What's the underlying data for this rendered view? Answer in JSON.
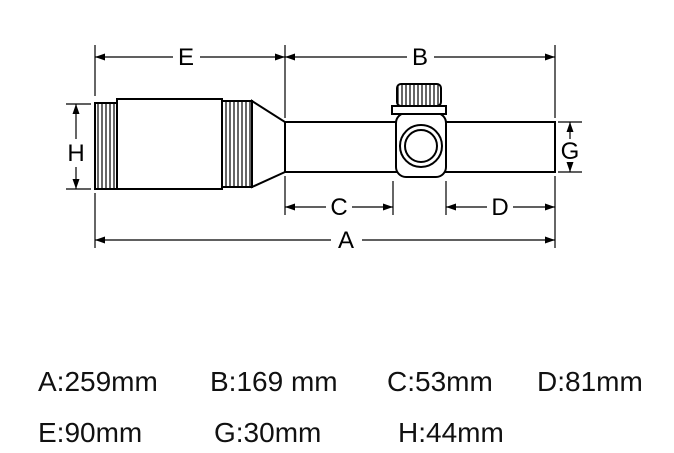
{
  "diagram": {
    "dim_labels": {
      "A": "A",
      "B": "B",
      "C": "C",
      "D": "D",
      "E": "E",
      "G": "G",
      "H": "H"
    }
  },
  "specs": {
    "row1": [
      "A:259mm",
      "B:169 mm",
      "C:53mm",
      "D:81mm"
    ],
    "row2": [
      "E:90mm",
      "G:30mm",
      "H:44mm"
    ]
  }
}
